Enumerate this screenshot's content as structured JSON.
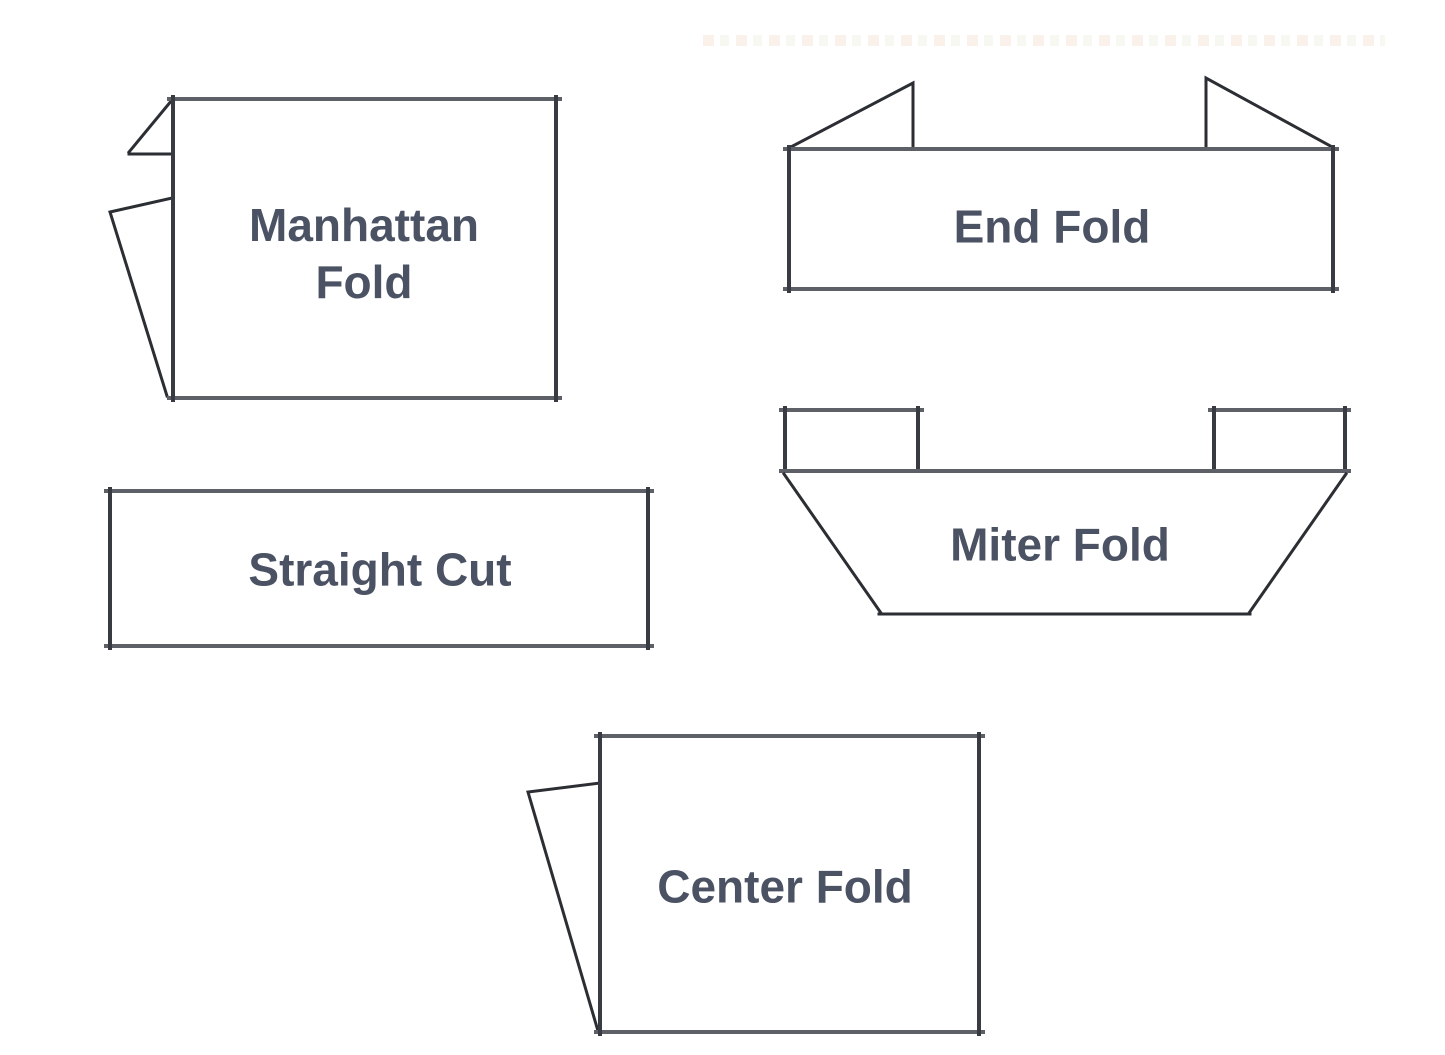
{
  "page": {
    "description": "Label fold types diagram"
  },
  "colors": {
    "page_background": "#ffffff",
    "shape_fill": "#ffffff",
    "label_text": "#4b5263",
    "line_horizontal": "#5d6167",
    "line_vertical": "#383c42",
    "line_fold": "#2b2e33",
    "artifact_tint": "#f6e8d8"
  },
  "shapes": [
    {
      "id": "manhattan-fold",
      "label": "Manhattan Fold"
    },
    {
      "id": "end-fold",
      "label": "End Fold"
    },
    {
      "id": "straight-cut",
      "label": "Straight Cut"
    },
    {
      "id": "miter-fold",
      "label": "Miter Fold"
    },
    {
      "id": "center-fold",
      "label": "Center Fold"
    }
  ]
}
